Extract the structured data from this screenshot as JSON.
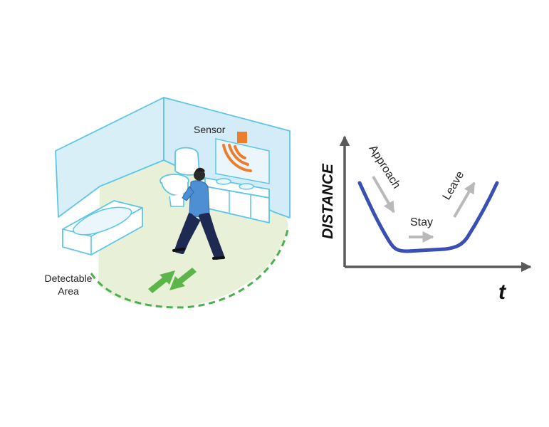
{
  "left_illustration": {
    "sensor_label": "Sensor",
    "area_label_line1": "Detectable",
    "area_label_line2": "Area"
  },
  "graph": {
    "y_axis_label": "DISTANCE",
    "x_axis_label": "t",
    "phase_approach": "Approach",
    "phase_stay": "Stay",
    "phase_leave": "Leave"
  },
  "colors": {
    "room_outline": "#5bc6e8",
    "wall_fill": "#d7eef8",
    "floor_fill": "#e8f1d8",
    "area_dash": "#4caf50",
    "sensor": "#ee7d2b",
    "curve": "#3a4fb4",
    "axis": "#555555",
    "phase_arrow": "#bdbdbd"
  }
}
